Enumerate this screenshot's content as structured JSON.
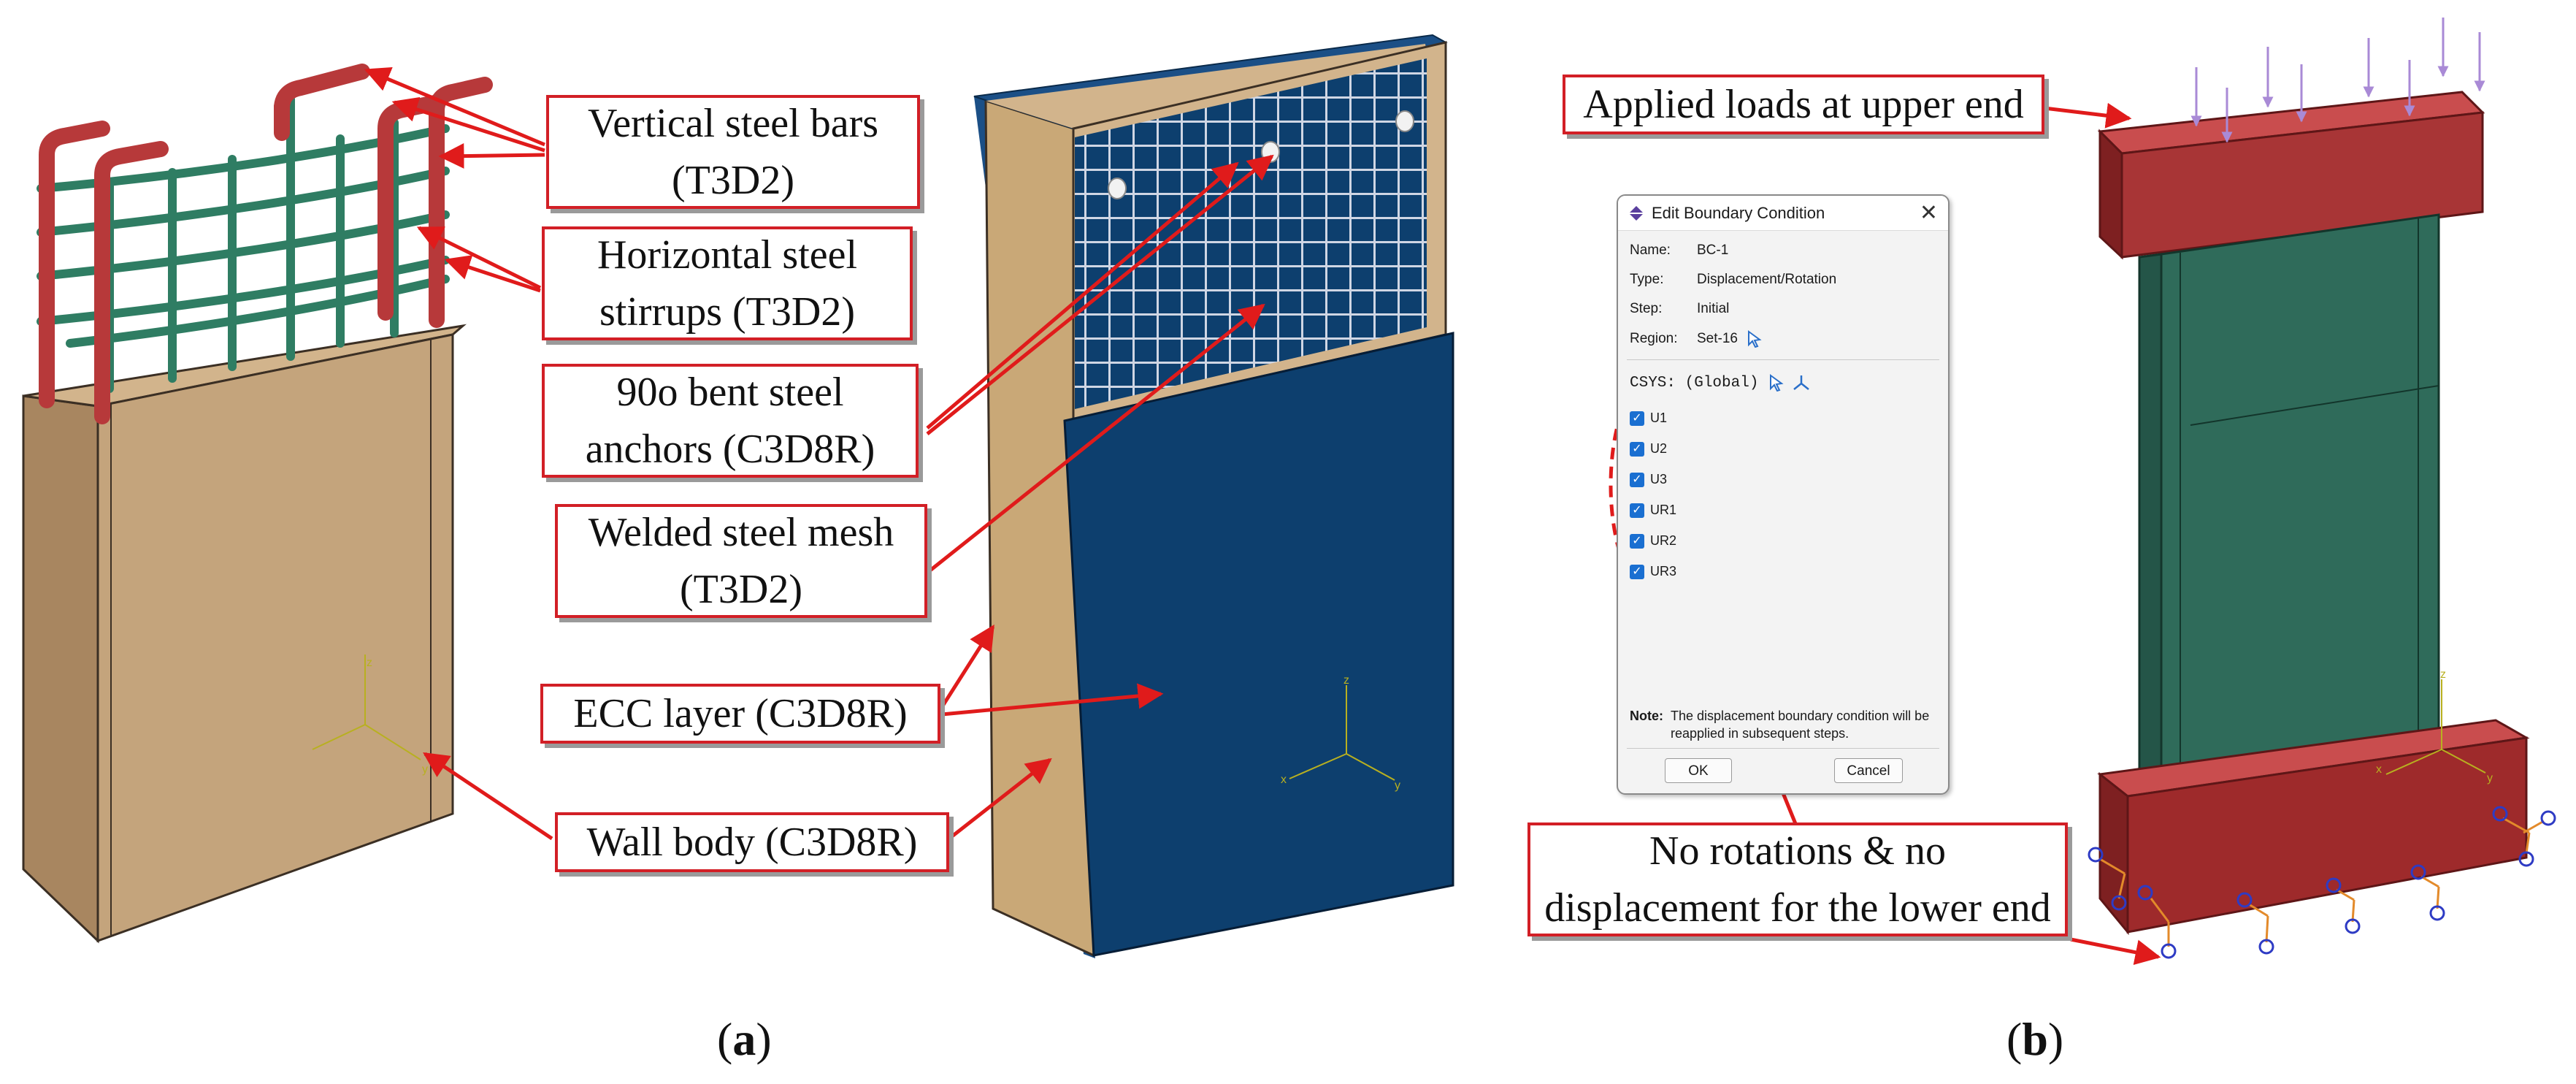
{
  "callouts": {
    "vertical_bars": [
      "Vertical steel bars",
      "(T3D2)"
    ],
    "horizontal_stirrups": [
      "Horizontal steel",
      "stirrups (T3D2)"
    ],
    "bent_anchors": [
      "90o bent steel",
      "anchors (C3D8R)"
    ],
    "welded_mesh": [
      "Welded steel mesh",
      "(T3D2)"
    ],
    "ecc_layer": "ECC layer (C3D8R)",
    "wall_body": "Wall body (C3D8R)",
    "applied_loads": "Applied loads at upper end",
    "no_rotations": [
      "No rotations & no",
      "displacement for the lower end"
    ]
  },
  "panel_labels": {
    "a": "a",
    "b": "b"
  },
  "axis_labels": {
    "z": "z",
    "y": "y",
    "x": "x"
  },
  "dialog": {
    "title": "Edit Boundary Condition",
    "close": "✕",
    "fields": [
      {
        "label": "Name:",
        "value": "BC-1"
      },
      {
        "label": "Type:",
        "value": "Displacement/Rotation"
      },
      {
        "label": "Step:",
        "value": "Initial"
      },
      {
        "label": "Region:",
        "value": "Set-16"
      }
    ],
    "csys": "CSYS: (Global)",
    "dofs": [
      "U1",
      "U2",
      "U3",
      "UR1",
      "UR2",
      "UR3"
    ],
    "note_label": "Note:",
    "note_text": "The displacement boundary condition will be reapplied in subsequent steps.",
    "ok": "OK",
    "cancel": "Cancel"
  },
  "colors": {
    "callout_border": "#d21f26",
    "arrow": "#e01b1b",
    "wall_body": "#c4a47c",
    "rebar_vertical": "#b7393a",
    "rebar_horizontal": "#2f7d63",
    "ecc_layer": "#0b3a66",
    "mesh": "#c9d0de",
    "column": "#2f6b5a",
    "end_block": "#9e2a2b",
    "load_arrow": "#a98ad6"
  }
}
